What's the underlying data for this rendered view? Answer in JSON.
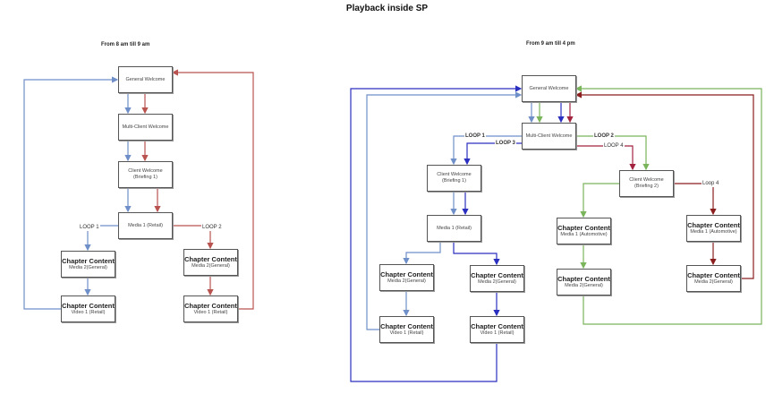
{
  "title": "Playback inside SP",
  "left": {
    "heading": "From 8 am till 9 am",
    "nodes": {
      "general": "General Welcome",
      "multi": "Multi-Client Welcome",
      "client1": "Client Welcome",
      "client1_sub": "(Briefing 1)",
      "media1": "Media 1 (Retail)",
      "cc_l1_h": "Chapter Content",
      "cc_l1_s": "Media 2(General)",
      "cc_l2_h": "Chapter Content",
      "cc_l2_s": "Video 1 (Retail)",
      "cc_r1_h": "Chapter Content",
      "cc_r1_s": "Media 2(General)",
      "cc_r2_h": "Chapter Content",
      "cc_r2_s": "Video 1 (Retail)"
    },
    "labels": {
      "loop1": "LOOP 1",
      "loop2": "LOOP 2"
    }
  },
  "right": {
    "heading": "From 9 am till 4 pm",
    "nodes": {
      "general": "General Welcome",
      "multi": "Multi-Client Welcome",
      "client1": "Client Welcome",
      "client1_sub": "(Briefing 1)",
      "client2": "Client Welcome",
      "client2_sub": "(Briefing 2)",
      "media1": "Media 1 (Retail)",
      "cc_a_h": "Chapter Content",
      "cc_a_s": "Media 2(General)",
      "cc_b_h": "Chapter Content",
      "cc_b_s": "Video 1 (Retail)",
      "cc_c_h": "Chapter Content",
      "cc_c_s": "Media 2(General)",
      "cc_d_h": "Chapter Content",
      "cc_d_s": "Video 1 (Retail)",
      "cc_e_h": "Chapter Content",
      "cc_e_s": "Media 1 (Automotive)",
      "cc_f_h": "Chapter Content",
      "cc_f_s": "Media 2(General)",
      "cc_g_h": "Chapter Content",
      "cc_g_s": "Media 1 (Automotive)",
      "cc_h_h": "Chapter Content",
      "cc_h_s": "Media 2(General)"
    },
    "labels": {
      "loop1": "LOOP 1",
      "loop2": "LOOP 2",
      "loop3": "LOOP 3",
      "loop4": "LOOP 4",
      "loop4b": "Loop 4"
    }
  },
  "colors": {
    "loop1": "#6f8fc9",
    "loop2_left": "#b9534f",
    "loop2_right": "#7ab55c",
    "loop3": "#2a2fbf",
    "loop4": "#a3233f",
    "loop4b": "#8b1f1f"
  }
}
